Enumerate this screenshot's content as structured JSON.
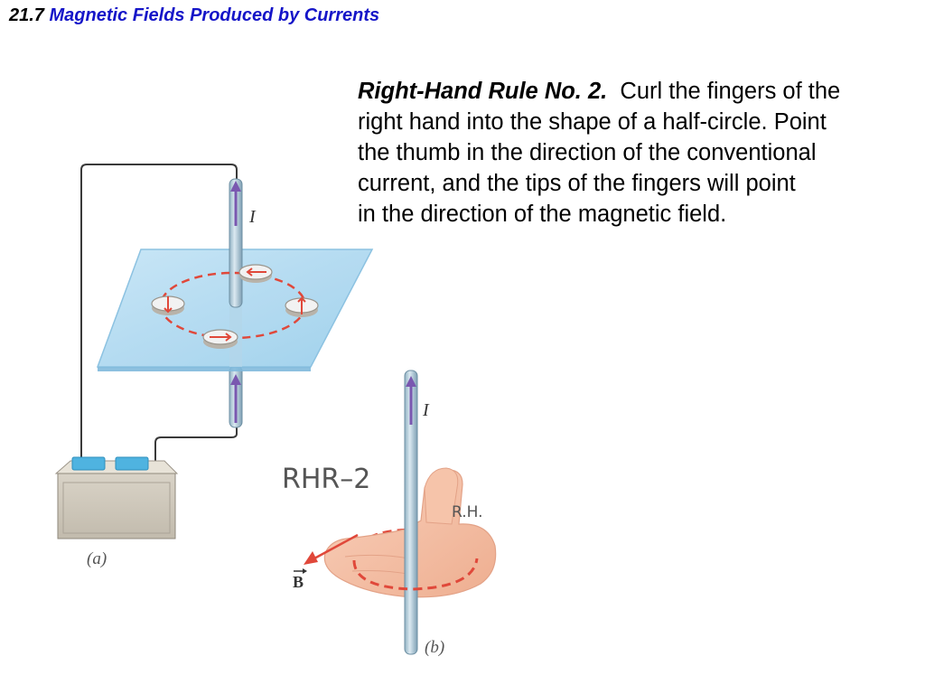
{
  "header": {
    "section_number": "21.7",
    "section_title": "Magnetic Fields Produced by Currents"
  },
  "rule": {
    "title": "Right-Hand Rule No. 2.",
    "lines": [
      "Curl the fingers of the",
      "right hand into the shape of a half-circle.  Point",
      "the thumb in the direction of the conventional",
      "current, and the tips of the fingers will point",
      "in the direction of the magnetic field."
    ]
  },
  "figure_a": {
    "current_label": "I",
    "caption": "(a)"
  },
  "figure_b": {
    "current_label": "I",
    "rule_label": "RHR–2",
    "hand_label": "R.H.",
    "field_label": "B",
    "caption": "(b)"
  },
  "colors": {
    "title_blue": "#1515c8",
    "field_dash_red": "#e0483a",
    "current_arrow_purple": "#7a58b0",
    "plane_blue": "#a9d6ef",
    "wire_steel": "#a9c4d3",
    "battery_gray": "#cfc8bb",
    "battery_terminal": "#4fb3e0",
    "skin": "#f5bca0"
  }
}
